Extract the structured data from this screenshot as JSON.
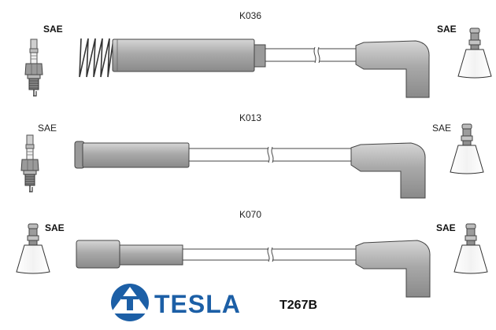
{
  "brand": {
    "name": "TESLA",
    "color": "#1c5fa6"
  },
  "part_number": "T267B",
  "cables": [
    {
      "code": "K036",
      "left_label": "SAE",
      "right_label": "SAE"
    },
    {
      "code": "K013",
      "left_label": "SAE",
      "right_label": "SAE"
    },
    {
      "code": "K070",
      "left_label": "SAE",
      "right_label": "SAE"
    }
  ]
}
